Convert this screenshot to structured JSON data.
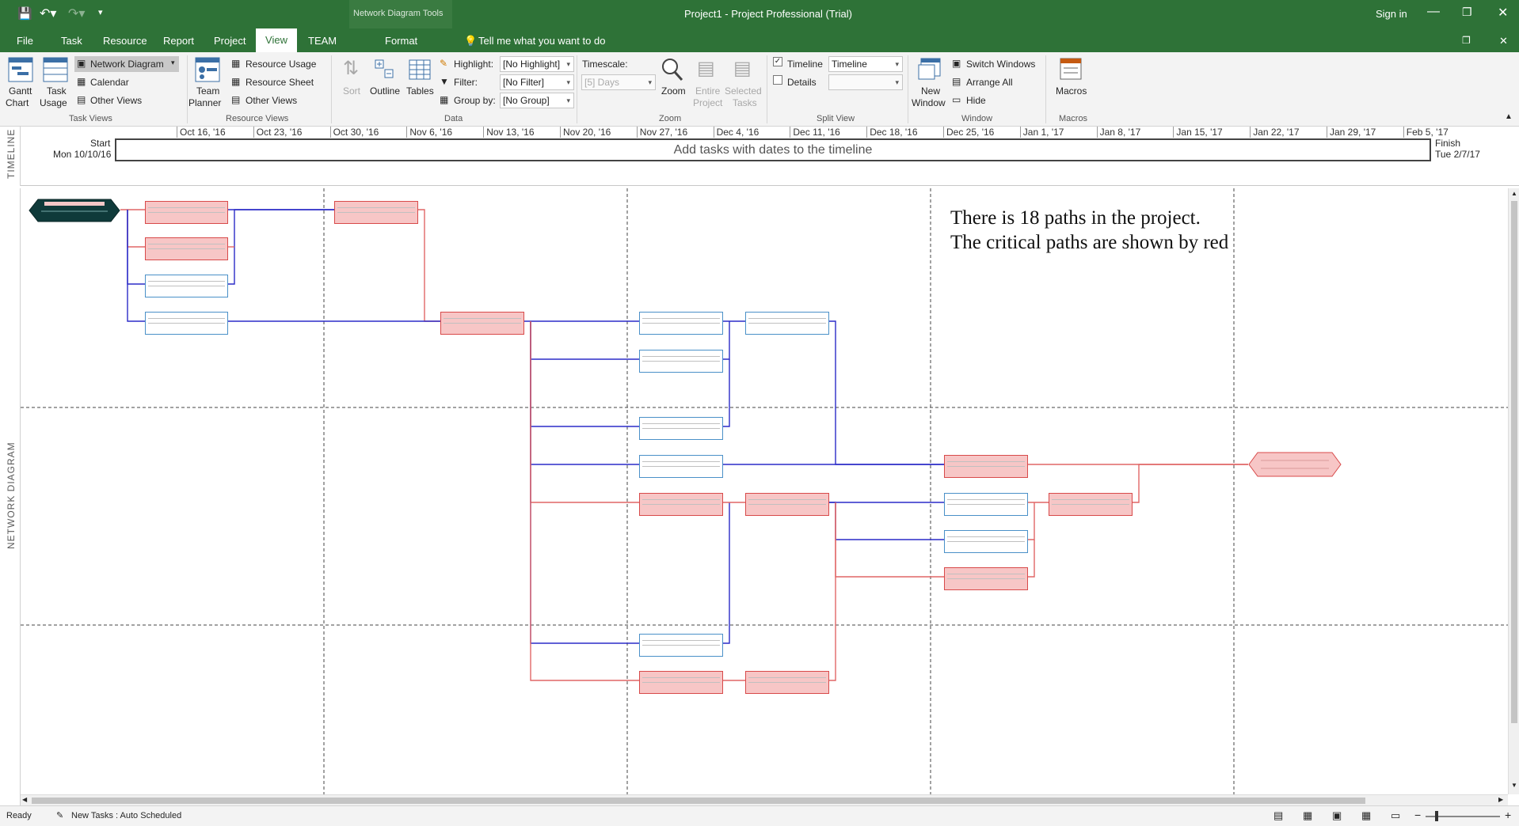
{
  "titlebar": {
    "title": "Project1 - Project Professional (Trial)",
    "context_group": "Network Diagram Tools",
    "sign_in": "Sign in"
  },
  "tabs": [
    "File",
    "Task",
    "Resource",
    "Report",
    "Project",
    "View",
    "TEAM",
    "Format"
  ],
  "tell_me": "Tell me what you want to do",
  "ribbon": {
    "task_views": {
      "gantt": "Gantt",
      "gantt2": "Chart",
      "task_usage": "Task",
      "task_usage2": "Usage",
      "network_diagram": "Network Diagram",
      "calendar": "Calendar",
      "other_views": "Other Views",
      "label": "Task Views"
    },
    "resource_views": {
      "team_planner": "Team",
      "team_planner2": "Planner",
      "resource_usage": "Resource Usage",
      "resource_sheet": "Resource Sheet",
      "other_views": "Other Views",
      "label": "Resource Views"
    },
    "data": {
      "sort": "Sort",
      "outline": "Outline",
      "tables": "Tables",
      "highlight_label": "Highlight:",
      "highlight_value": "[No Highlight]",
      "filter_label": "Filter:",
      "filter_value": "[No Filter]",
      "group_label": "Group by:",
      "group_value": "[No Group]",
      "label": "Data"
    },
    "zoom": {
      "timescale_label": "Timescale:",
      "timescale_value": "[5] Days",
      "zoom": "Zoom",
      "entire": "Entire",
      "entire2": "Project",
      "selected": "Selected",
      "selected2": "Tasks",
      "label": "Zoom"
    },
    "split_view": {
      "timeline": "Timeline",
      "timeline_value": "Timeline",
      "details": "Details",
      "timeline_checked": true,
      "label": "Split View"
    },
    "window": {
      "new": "New",
      "new2": "Window",
      "switch": "Switch Windows",
      "arrange": "Arrange All",
      "hide": "Hide",
      "label": "Window"
    },
    "macros": {
      "macros": "Macros",
      "label": "Macros"
    }
  },
  "timeline": {
    "side_label": "TIMELINE",
    "start_label": "Start",
    "start_date": "Mon 10/10/16",
    "finish_label": "Finish",
    "finish_date": "Tue 2/7/17",
    "placeholder": "Add tasks with dates to the timeline",
    "dates": [
      "Oct 16, '16",
      "Oct 23, '16",
      "Oct 30, '16",
      "Nov 6, '16",
      "Nov 13, '16",
      "Nov 20, '16",
      "Nov 27, '16",
      "Dec 4, '16",
      "Dec 11, '16",
      "Dec 18, '16",
      "Dec 25, '16",
      "Jan 1, '17",
      "Jan 8, '17",
      "Jan 15, '17",
      "Jan 22, '17",
      "Jan 29, '17",
      "Feb 5, '17"
    ]
  },
  "diagram": {
    "side_label": "NETWORK DIAGRAM",
    "note_line1": "There is 18 paths in the project.",
    "note_line2": "The critical paths are shown by red"
  },
  "colors": {
    "accent": "#2e7237",
    "critical": "#e06666",
    "noncritical": "#2b2bc8"
  },
  "status": {
    "ready": "Ready",
    "new_tasks": "New Tasks : Auto Scheduled"
  }
}
